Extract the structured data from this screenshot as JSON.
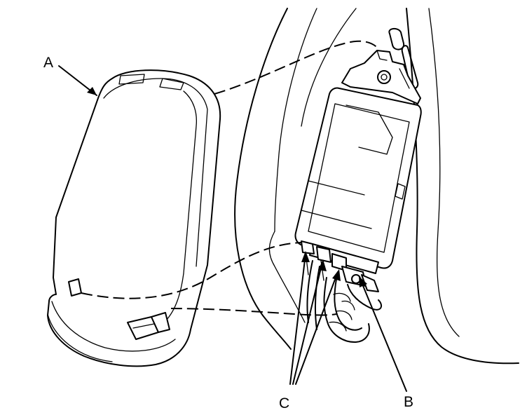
{
  "diagram": {
    "callouts": {
      "a": "A",
      "b": "B",
      "c": "C"
    },
    "colors": {
      "ink": "#000000",
      "background": "#ffffff"
    }
  }
}
